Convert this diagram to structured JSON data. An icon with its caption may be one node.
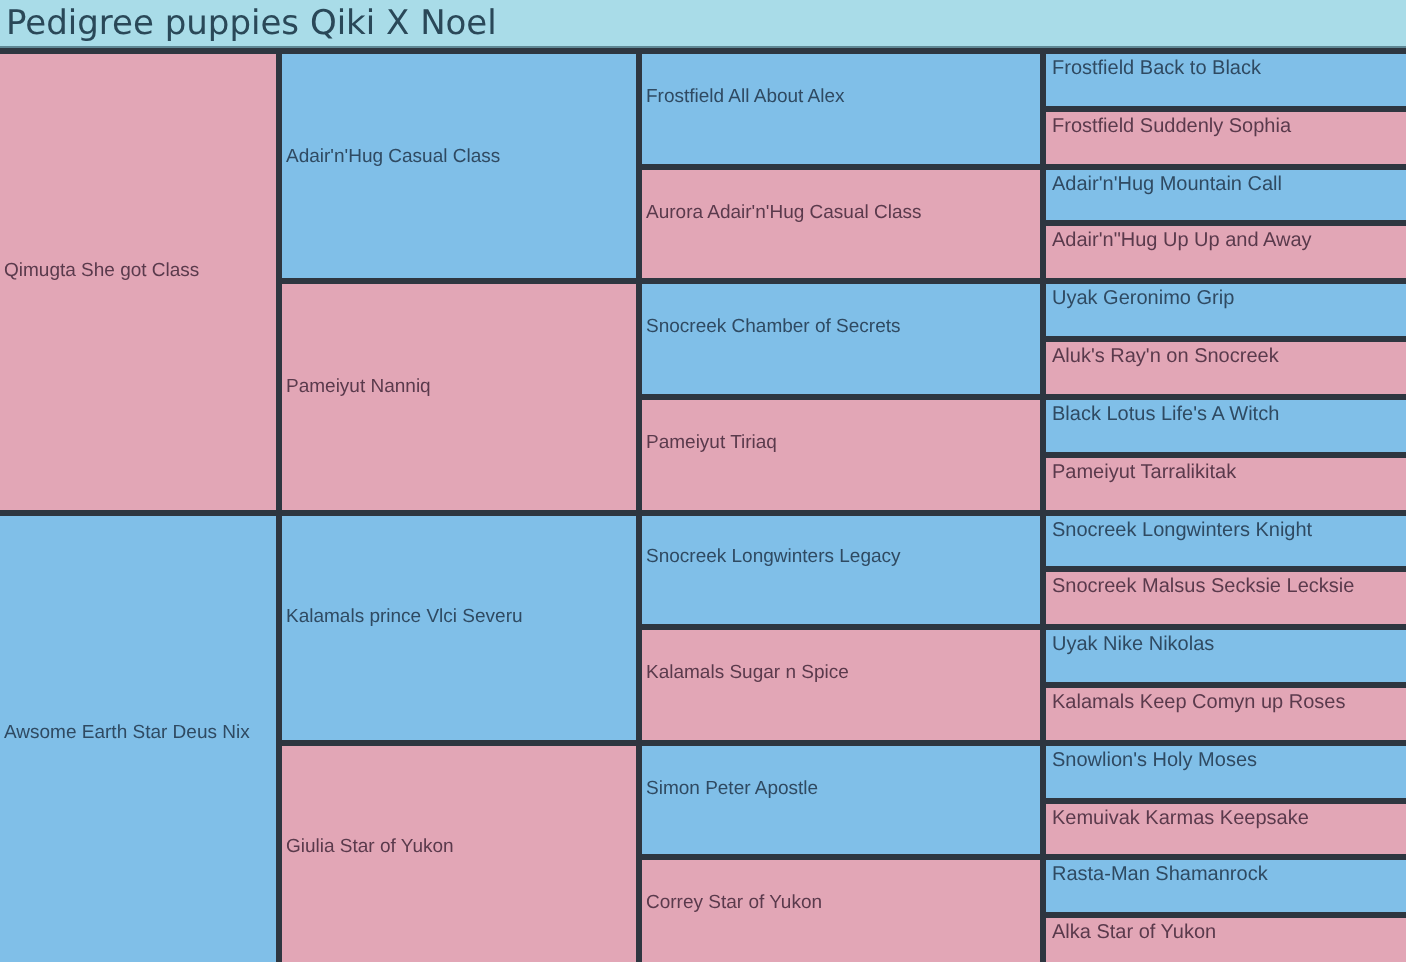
{
  "diagram": {
    "title": "Pedigree puppies Qiki X Noel",
    "nodes": [
      {
        "text": [
          "Qimugta She got Class"
        ]
      },
      {
        "text": [
          "Adair'n'Hug Casual Class"
        ]
      },
      {
        "text": [
          "Frostfield All About Alex"
        ]
      },
      {
        "text": [
          "Frostfield Back to Black"
        ]
      },
      {
        "text": [
          "Frostfield Suddenly Sophia"
        ]
      },
      {
        "text": [
          "Aurora Adair'n'Hug Casual Class"
        ]
      },
      {
        "text": [
          "Adair'n'Hug Mountain Call"
        ]
      },
      {
        "text": [
          "Adair'n\"Hug Up Up and Away"
        ]
      },
      {
        "text": [
          "Pameiyut Nanniq"
        ]
      },
      {
        "text": [
          "Snocreek Chamber of Secrets"
        ]
      },
      {
        "text": [
          "Uyak Geronimo Grip"
        ]
      },
      {
        "text": [
          "Aluk's Ray'n on Snocreek"
        ]
      },
      {
        "text": [
          "Pameiyut Tiriaq"
        ]
      },
      {
        "text": [
          "Black Lotus Life's A Witch"
        ]
      },
      {
        "text": [
          "Pameiyut Tarralikitak"
        ]
      },
      {
        "text": [
          "Awsome Earth Star Deus Nix"
        ]
      },
      {
        "text": [
          "Kalamals prince Vlci Severu"
        ]
      },
      {
        "text": [
          "Snocreek Longwinters Legacy"
        ]
      },
      {
        "text": [
          "Snocreek Longwinters Knight"
        ]
      },
      {
        "text": [
          "Snocreek Malsus Secksie Lecksie"
        ]
      },
      {
        "text": [
          "Kalamals Sugar n Spice"
        ]
      },
      {
        "text": [
          "Uyak Nike Nikolas"
        ]
      },
      {
        "text": [
          "Kalamals Keep Comyn up Roses"
        ]
      },
      {
        "text": [
          "Giulia Star of Yukon"
        ]
      },
      {
        "text": [
          "Simon Peter Apostle"
        ]
      },
      {
        "text": [
          "Snowlion's Holy Moses"
        ]
      },
      {
        "text": [
          "Kemuivak Karmas Keepsake"
        ]
      },
      {
        "text": [
          "Correy Star of Yukon"
        ]
      },
      {
        "text": [
          "Rasta-Man Shamanrock"
        ]
      },
      {
        "text": [
          "Alka Star of Yukon"
        ]
      }
    ]
  }
}
